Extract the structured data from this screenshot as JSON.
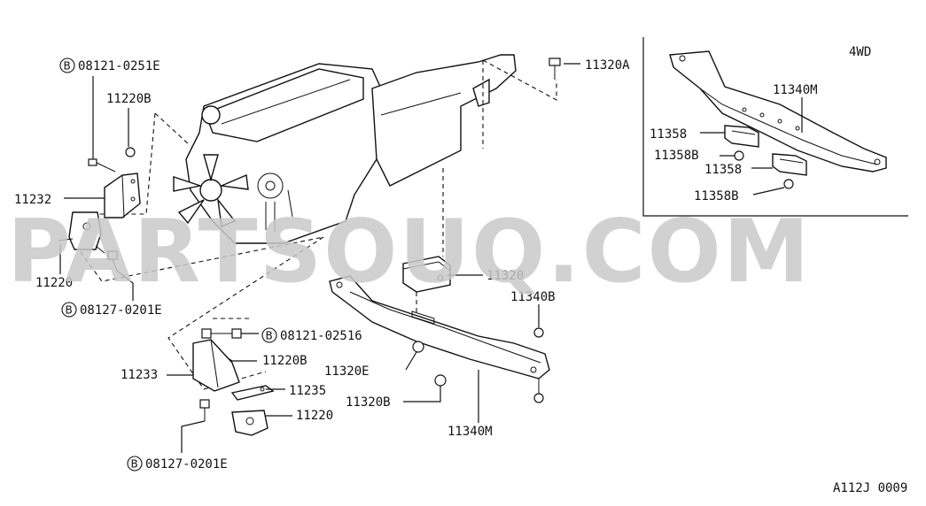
{
  "inset_label": "4WD",
  "watermark": "PARTSOUQ.COM",
  "diagram_code": "A112J 0009",
  "bolt_marker": "B",
  "labels": {
    "b08121_0251e": "08121-0251E",
    "p11220b_top": "11220B",
    "p11232": "11232",
    "p11220_left": "11220",
    "b08127_0201e_mid": "08127-0201E",
    "p11320a": "11320A",
    "p11320": "11320",
    "p11340b": "11340B",
    "b08121_02516": "08121-02516",
    "p11220b_mid": "11220B",
    "p11233": "11233",
    "p11320e": "11320E",
    "p11235": "11235",
    "p11320b": "11320B",
    "p11220_bottom": "11220",
    "p11340m_bottom": "11340M",
    "b08127_0201e_bottom": "08127-0201E",
    "p11340m_inset": "11340M",
    "p11358_a": "11358",
    "p11358b_a": "11358B",
    "p11358_b": "11358",
    "p11358b_b": "11358B"
  }
}
